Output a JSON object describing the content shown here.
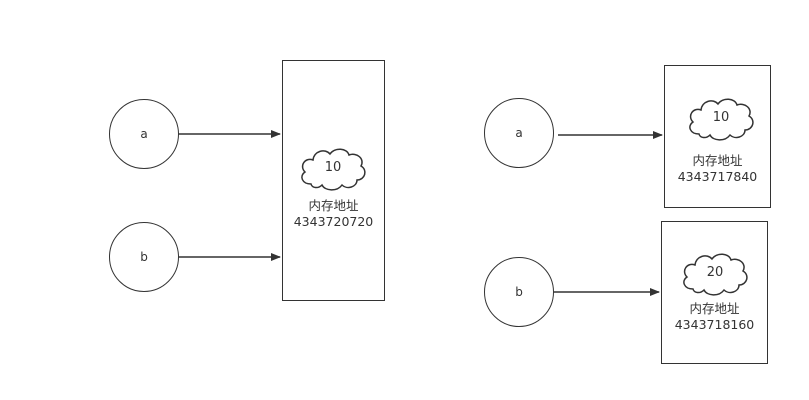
{
  "colors": {
    "stroke": "#333333",
    "background": "#ffffff"
  },
  "before": {
    "var_a": "a",
    "var_b": "b",
    "memory": {
      "value": "10",
      "label": "内存地址",
      "address": "4343720720"
    }
  },
  "after": {
    "var_a": "a",
    "var_b": "b",
    "memory_a": {
      "value": "10",
      "label": "内存地址",
      "address": "4343717840"
    },
    "memory_b": {
      "value": "20",
      "label": "内存地址",
      "address": "4343718160"
    }
  }
}
